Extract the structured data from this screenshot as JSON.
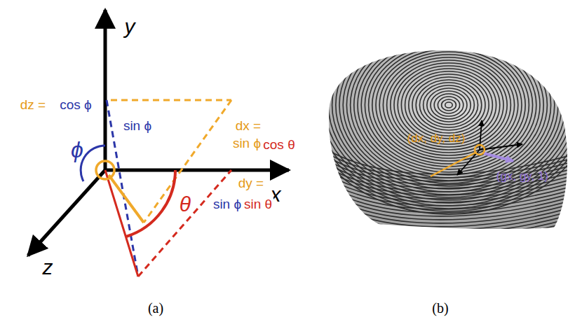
{
  "diagram": {
    "labels": [
      "y",
      "x",
      "z",
      "ϕ",
      "θ",
      "dz =",
      "cos ϕ",
      "sin ϕ",
      "dx =",
      "sin ϕ",
      "cos θ",
      "dy =",
      "sin ϕ",
      "sin θ",
      "(dx, dy, dz)",
      "(gx, gy, 1)",
      "(a)",
      "(b)"
    ]
  }
}
